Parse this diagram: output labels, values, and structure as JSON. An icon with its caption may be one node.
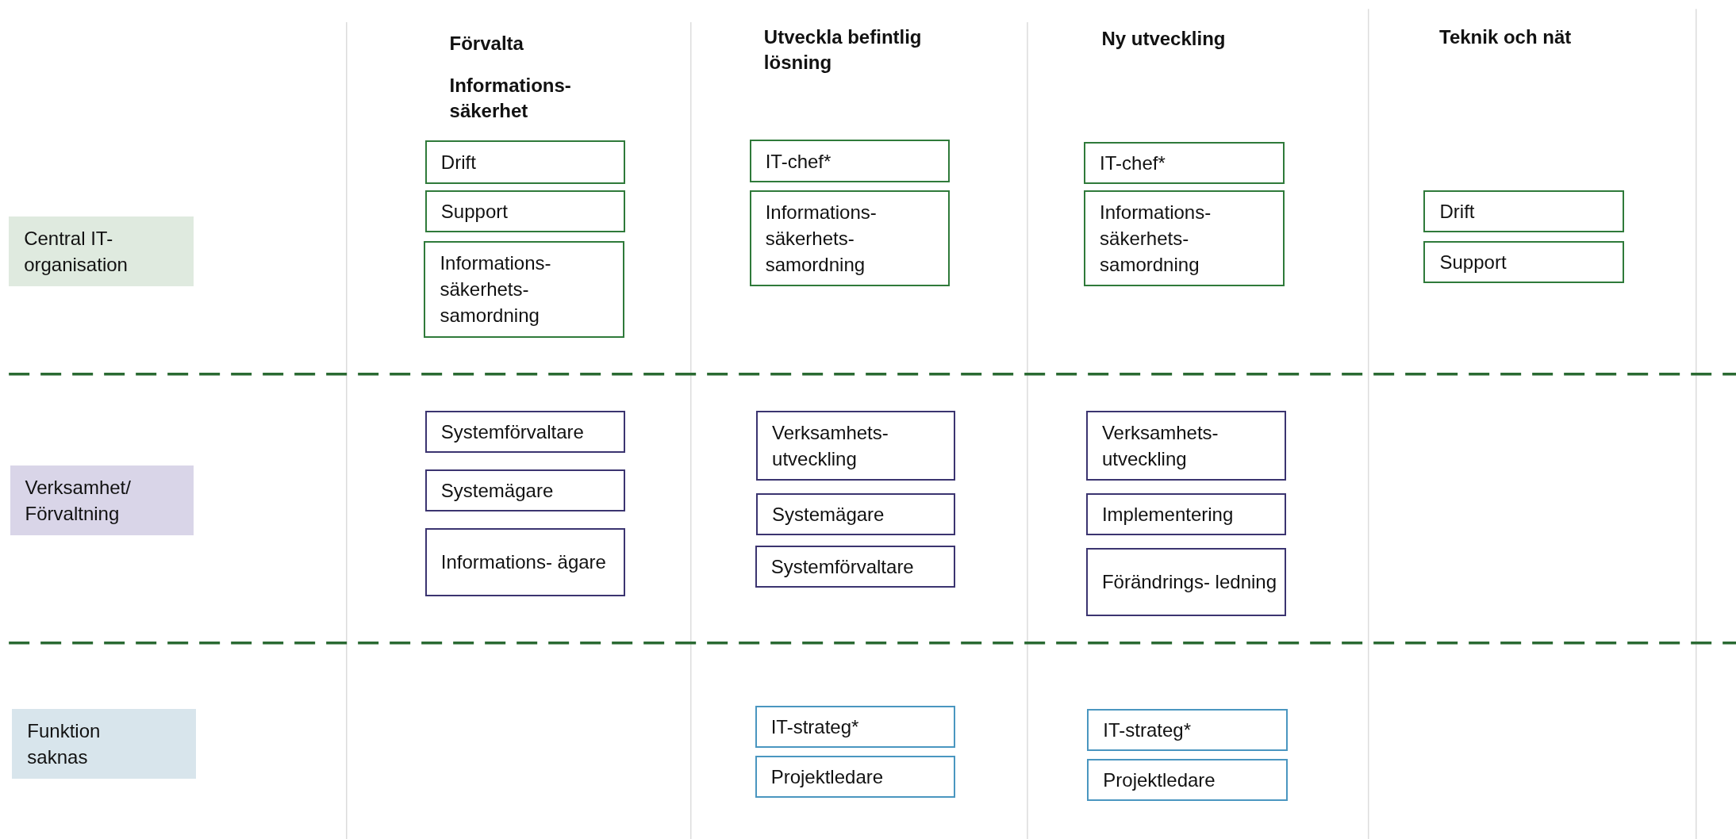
{
  "diagram": {
    "nodes": [
      {
        "text": [
          "Central IT-organisation"
        ]
      },
      {
        "text": [
          "Drift"
        ]
      },
      {
        "text": [
          "Support"
        ]
      },
      {
        "text": [
          "Informations- säkerhets- samordning"
        ]
      },
      {
        "text": [
          "IT-chef*"
        ]
      },
      {
        "text": [
          "Informations- säkerhets- samordning"
        ]
      },
      {
        "text": [
          "IT-chef*"
        ]
      },
      {
        "text": [
          "Informations- säkerhets- samordning"
        ]
      },
      {
        "text": [
          "Drift"
        ]
      },
      {
        "text": [
          "Support"
        ]
      },
      {
        "text": [
          "Verksamhet/ Förvaltning"
        ]
      },
      {
        "text": [
          "Systemförvaltare"
        ]
      },
      {
        "text": [
          "Systemägare"
        ]
      },
      {
        "text": [
          "Informations- ägare"
        ]
      },
      {
        "text": [
          "Verksamhets- utveckling"
        ]
      },
      {
        "text": [
          "Systemägare"
        ]
      },
      {
        "text": [
          "Systemförvaltare"
        ]
      },
      {
        "text": [
          "Verksamhets- utveckling"
        ]
      },
      {
        "text": [
          "Implementering"
        ]
      },
      {
        "text": [
          "Förändrings- ledning"
        ]
      },
      {
        "text": [
          "Funktion saknas"
        ]
      },
      {
        "text": [
          "IT-strateg*"
        ]
      },
      {
        "text": [
          "Projektledare"
        ]
      },
      {
        "text": [
          "IT-strateg*"
        ]
      },
      {
        "text": [
          "Projektledare"
        ]
      }
    ],
    "edges": [],
    "labels": [
      "Förvalta",
      "Utveckla befintlig lösning",
      "Ny utveckling",
      "Teknik och nät",
      "Informations- säkerhet"
    ]
  }
}
